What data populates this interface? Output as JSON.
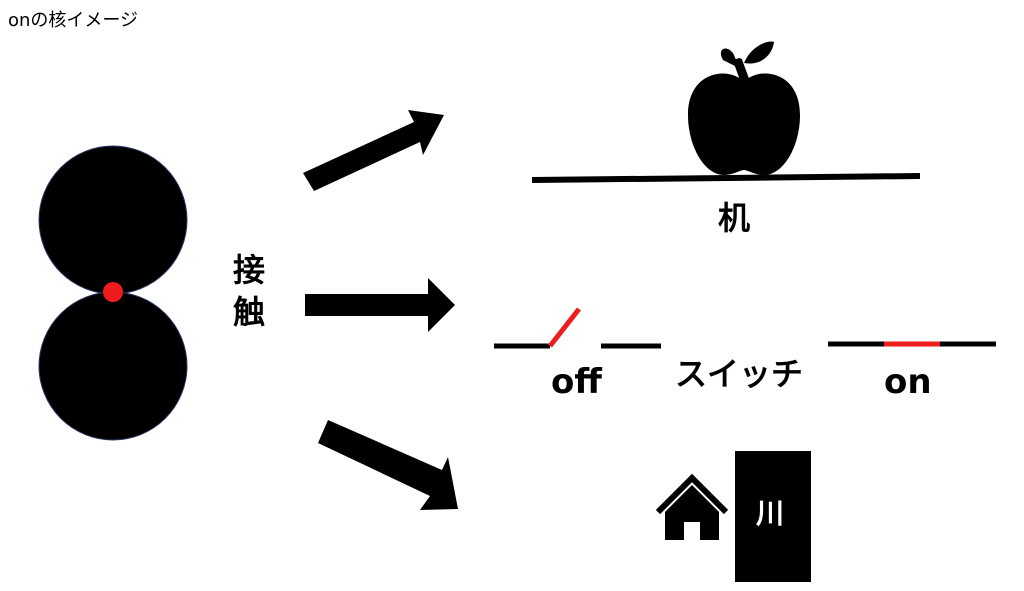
{
  "title": "onの核イメージ",
  "contact_label": "接触",
  "desk_label": "机",
  "switch": {
    "off_label": "off",
    "center_label": "スイッチ",
    "on_label": "on"
  },
  "river_label": "川",
  "colors": {
    "ink": "#000000",
    "contact_point": "#ee1c1c",
    "switch_contact": "#ee1c1c",
    "background": "#ffffff"
  },
  "icons": [
    "apple-icon",
    "house-icon"
  ]
}
